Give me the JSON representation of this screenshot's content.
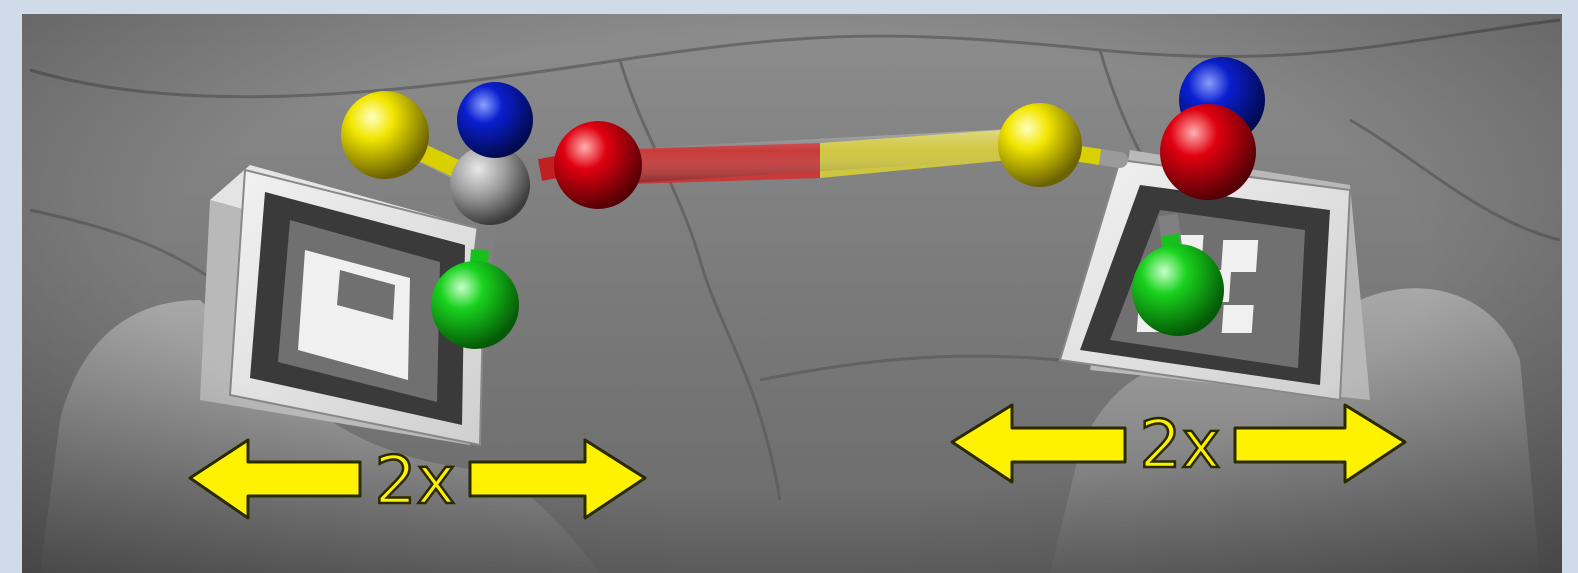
{
  "annotations": {
    "left_arrow_label": "2x",
    "right_arrow_label": "2x"
  },
  "colors": {
    "arrow_fill": "#fff200",
    "arrow_stroke": "#2a2a00",
    "atom_yellow": "#f2e600",
    "atom_blue": "#0a1fd0",
    "atom_red": "#e00010",
    "atom_green": "#19d21e",
    "bond_red": "#c83030",
    "bond_yellow": "#d8d040",
    "frame_blue": "#cfdbe8"
  },
  "objects": {
    "left_marker": "fiducial-marker-cube",
    "right_marker": "fiducial-marker-cube",
    "left_molecule": "ball-and-stick-fragment",
    "right_molecule": "ball-and-stick-fragment"
  }
}
